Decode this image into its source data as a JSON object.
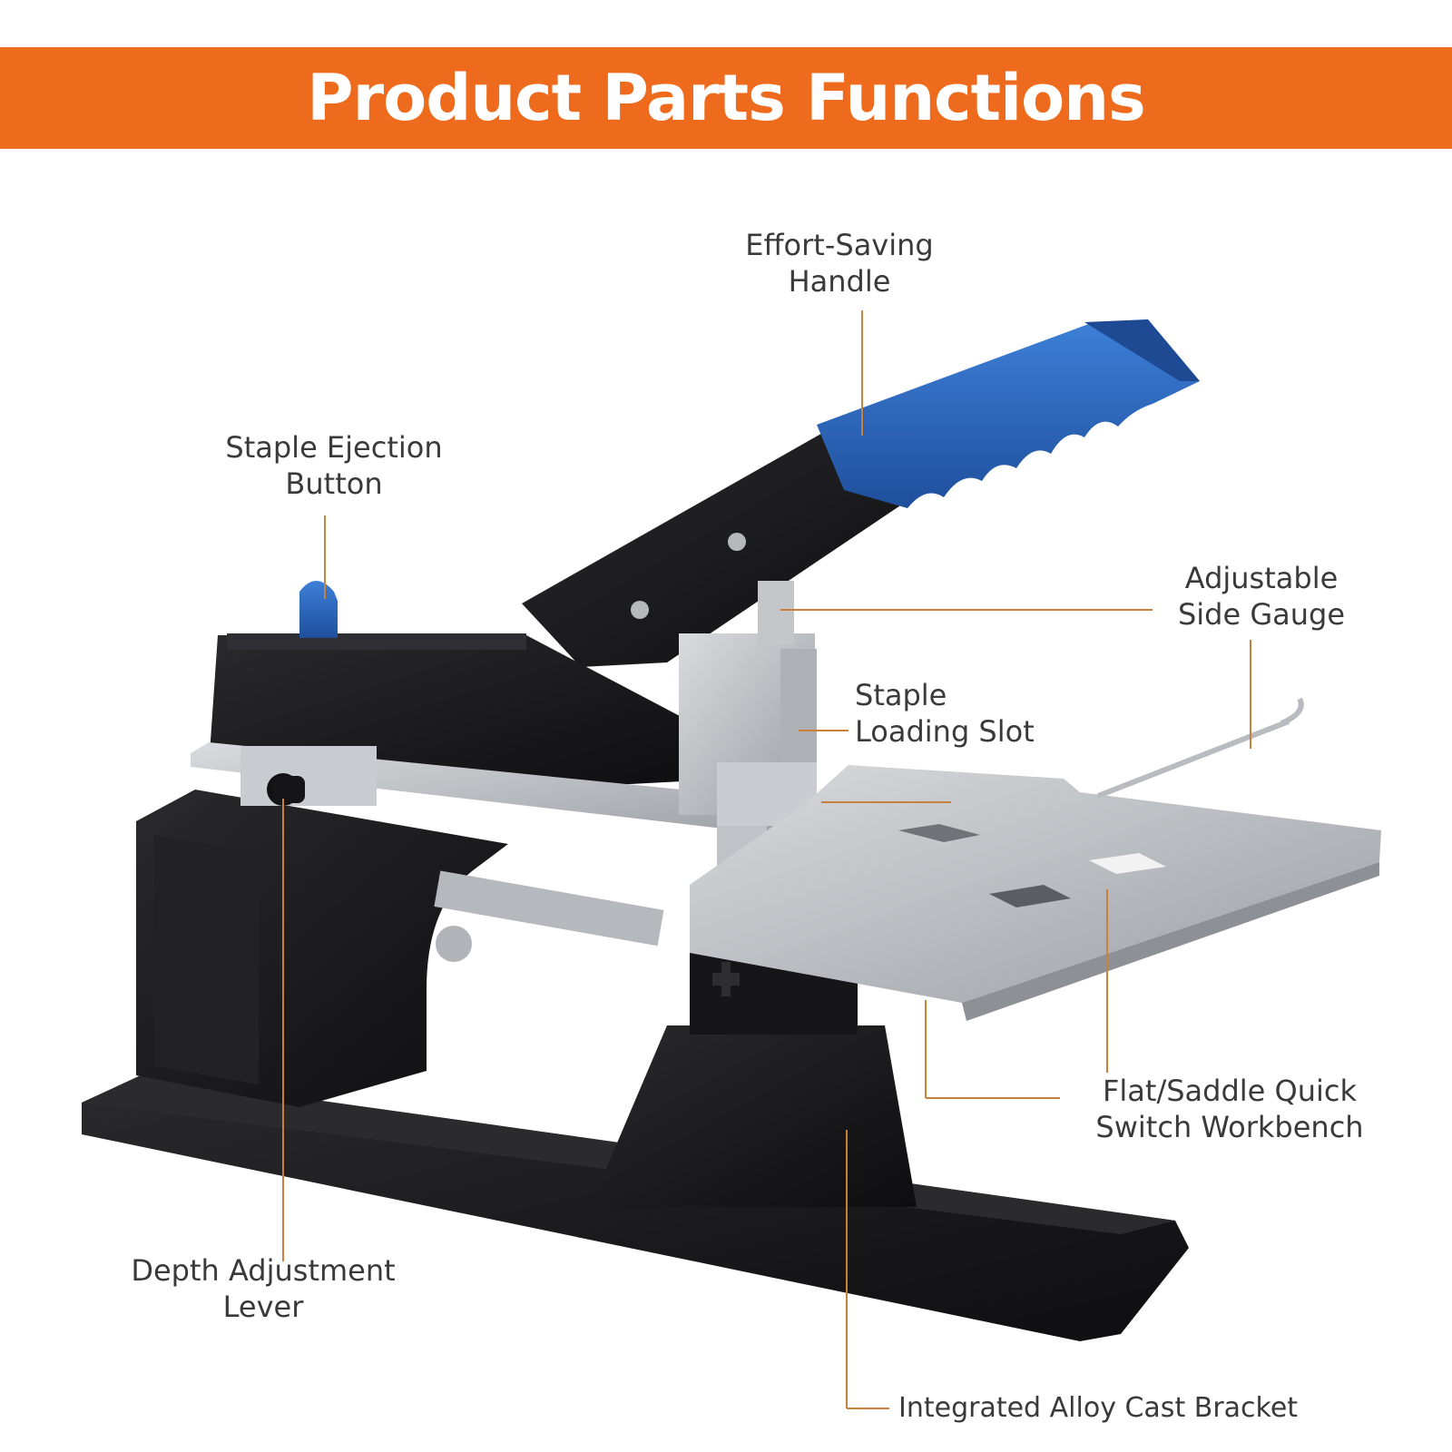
{
  "banner": {
    "title": "Product Parts Functions",
    "color": "#ee6a1c"
  },
  "callouts": {
    "handle": {
      "line1": "Effort-Saving",
      "line2": "Handle"
    },
    "ejection": {
      "line1": "Staple Ejection",
      "line2": "Button"
    },
    "side_gauge": {
      "line1": "Adjustable",
      "line2": "Side Gauge"
    },
    "loading_slot": {
      "line1": "Staple",
      "line2": "Loading Slot"
    },
    "workbench": {
      "line1": "Flat/Saddle Quick",
      "line2": "Switch Workbench"
    },
    "depth_lever": {
      "line1": "Depth Adjustment",
      "line2": "Lever"
    },
    "bracket": {
      "line1": "Integrated Alloy Cast Bracket"
    }
  },
  "colors": {
    "leader_line": "#c8813d",
    "body_black": "#1b1b1d",
    "handle_blue": "#2f6fc6",
    "metal_silver": "#b9bcc0"
  }
}
